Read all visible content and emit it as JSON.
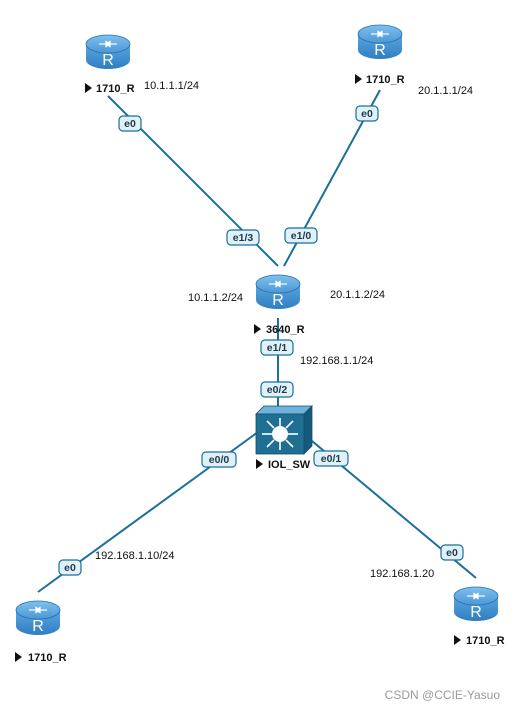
{
  "colors": {
    "link": "#1b6f99",
    "router_fill": "#3f8fd0",
    "router_dark": "#2a6fad",
    "iface_fill": "#dff0f7",
    "iface_stroke": "#1b6f99",
    "switch_fill": "#1e6f93"
  },
  "nodes": {
    "r_top_left": {
      "name": "1710_R",
      "icon": "router-icon",
      "glyph": "R"
    },
    "r_top_right": {
      "name": "1710_R",
      "icon": "router-icon",
      "glyph": "R"
    },
    "r_center": {
      "name": "3640_R",
      "icon": "router-icon",
      "glyph": "R"
    },
    "sw": {
      "name": "IOL_SW",
      "icon": "switch-icon"
    },
    "r_bottom_left": {
      "name": "1710_R",
      "icon": "router-icon",
      "glyph": "R"
    },
    "r_bottom_right": {
      "name": "1710_R",
      "icon": "router-icon",
      "glyph": "R"
    }
  },
  "interfaces": {
    "tl_e0": "e0",
    "tr_e0": "e0",
    "c_e13": "e1/3",
    "c_e10": "e1/0",
    "c_e11": "e1/1",
    "sw_e02": "e0/2",
    "sw_e00": "e0/0",
    "sw_e01": "e0/1",
    "bl_e0": "e0",
    "br_e0": "e0"
  },
  "ips": {
    "tl": "10.1.1.1/24",
    "tr": "20.1.1.1/24",
    "c_left": "10.1.1.2/24",
    "c_right": "20.1.1.2/24",
    "c_bottom": "192.168.1.1/24",
    "bl": "192.168.1.10/24",
    "br": "192.168.1.20"
  },
  "watermark": "CSDN @CCIE-Yasuo"
}
